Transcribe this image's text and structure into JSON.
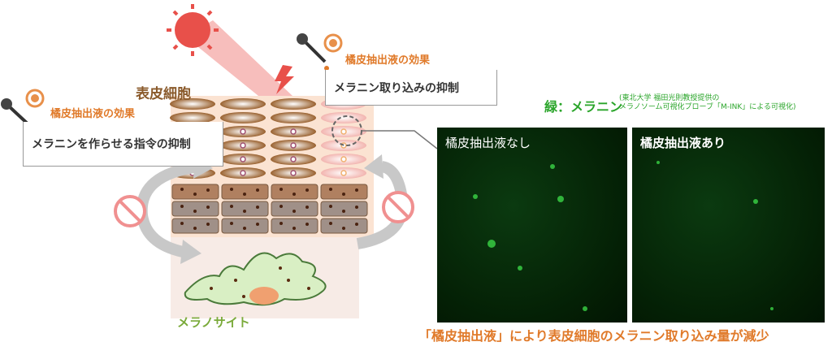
{
  "left_effect": {
    "title": "橘皮抽出液の効果",
    "text": "メラニンを作らせる指令の抑制"
  },
  "right_effect": {
    "title": "橘皮抽出液の効果",
    "text": "メラニン取り込みの抑制"
  },
  "epidermis_label": "表皮細胞",
  "melanocyte_label": "メラノサイト",
  "legend": {
    "title": "緑：メラニン",
    "note_line1": "(東北大学 福田光則教授提供の",
    "note_line2": "メラノソーム可視化プローブ「M-INK」による可視化)"
  },
  "images": [
    {
      "label": "橘皮抽出液なし"
    },
    {
      "label": "橘皮抽出液あり"
    }
  ],
  "conclusion": "「橘皮抽出液」により表皮細胞のメラニン取り込み量が減少",
  "colors": {
    "orange": "#e07a2a",
    "green": "#2aa52a",
    "brown": "#8a5a2b",
    "sun": "#e8504a"
  }
}
